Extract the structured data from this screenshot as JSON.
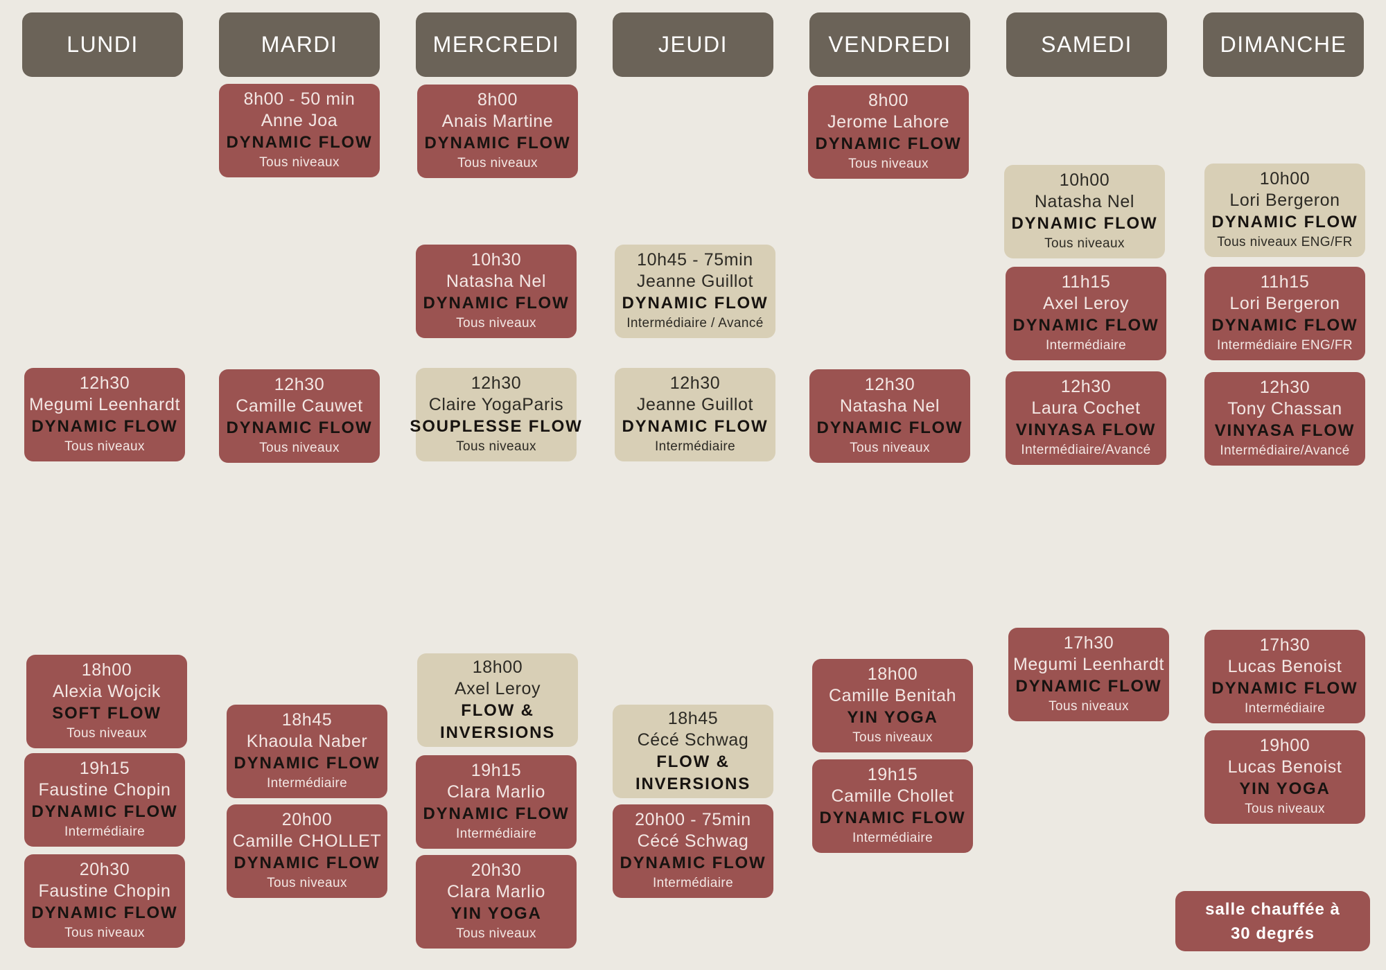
{
  "days": [
    "LUNDI",
    "MARDI",
    "MERCREDI",
    "JEUDI",
    "VENDREDI",
    "SAMEDI",
    "DIMANCHE"
  ],
  "colors": {
    "header": "#6b6358",
    "red_card": "#9b5351",
    "beige_card": "#d8cfb6",
    "background": "#ece9e2"
  },
  "classes": [
    {
      "day": "LUNDI",
      "time": "12h30",
      "teacher": "Megumi Leenhardt",
      "class": "DYNAMIC FLOW",
      "level": "Tous niveaux",
      "color": "red"
    },
    {
      "day": "LUNDI",
      "time": "18h00",
      "teacher": "Alexia Wojcik",
      "class": "SOFT FLOW",
      "level": "Tous niveaux",
      "color": "red"
    },
    {
      "day": "LUNDI",
      "time": "19h15",
      "teacher": "Faustine Chopin",
      "class": "DYNAMIC FLOW",
      "level": "Intermédiaire",
      "color": "red"
    },
    {
      "day": "LUNDI",
      "time": "20h30",
      "teacher": "Faustine Chopin",
      "class": "DYNAMIC FLOW",
      "level": "Tous niveaux",
      "color": "red"
    },
    {
      "day": "MARDI",
      "time": "8h00 - 50 min",
      "teacher": "Anne Joa",
      "class": "DYNAMIC FLOW",
      "level": "Tous niveaux",
      "color": "red"
    },
    {
      "day": "MARDI",
      "time": "12h30",
      "teacher": "Camille Cauwet",
      "class": "DYNAMIC FLOW",
      "level": "Tous niveaux",
      "color": "red"
    },
    {
      "day": "MARDI",
      "time": "18h45",
      "teacher": "Khaoula Naber",
      "class": "DYNAMIC FLOW",
      "level": "Intermédiaire",
      "color": "red"
    },
    {
      "day": "MARDI",
      "time": "20h00",
      "teacher": "Camille CHOLLET",
      "class": "DYNAMIC FLOW",
      "level": "Tous niveaux",
      "color": "red"
    },
    {
      "day": "MERCREDI",
      "time": "8h00",
      "teacher": "Anais Martine",
      "class": "DYNAMIC FLOW",
      "level": "Tous niveaux",
      "color": "red"
    },
    {
      "day": "MERCREDI",
      "time": "10h30",
      "teacher": "Natasha Nel",
      "class": "DYNAMIC FLOW",
      "level": "Tous niveaux",
      "color": "red"
    },
    {
      "day": "MERCREDI",
      "time": "12h30",
      "teacher": "Claire YogaParis",
      "class": "SOUPLESSE FLOW",
      "level": "Tous niveaux",
      "color": "beige"
    },
    {
      "day": "MERCREDI",
      "time": "18h00",
      "teacher": "Axel Leroy",
      "class": "FLOW & INVERSIONS",
      "level": "",
      "color": "beige"
    },
    {
      "day": "MERCREDI",
      "time": "19h15",
      "teacher": "Clara Marlio",
      "class": "DYNAMIC FLOW",
      "level": "Intermédiaire",
      "color": "red"
    },
    {
      "day": "MERCREDI",
      "time": "20h30",
      "teacher": "Clara Marlio",
      "class": "YIN YOGA",
      "level": "Tous niveaux",
      "color": "red"
    },
    {
      "day": "JEUDI",
      "time": "10h45 - 75min",
      "teacher": "Jeanne Guillot",
      "class": "DYNAMIC FLOW",
      "level": "Intermédiaire / Avancé",
      "color": "beige"
    },
    {
      "day": "JEUDI",
      "time": "12h30",
      "teacher": "Jeanne Guillot",
      "class": "DYNAMIC FLOW",
      "level": "Intermédiaire",
      "color": "beige"
    },
    {
      "day": "JEUDI",
      "time": "18h45",
      "teacher": "Cécé Schwag",
      "class": "FLOW & INVERSIONS",
      "level": "",
      "color": "beige"
    },
    {
      "day": "JEUDI",
      "time": "20h00 - 75min",
      "teacher": "Cécé Schwag",
      "class": "DYNAMIC FLOW",
      "level": "Intermédiaire",
      "color": "red"
    },
    {
      "day": "VENDREDI",
      "time": "8h00",
      "teacher": "Jerome Lahore",
      "class": "DYNAMIC FLOW",
      "level": "Tous niveaux",
      "color": "red"
    },
    {
      "day": "VENDREDI",
      "time": "12h30",
      "teacher": "Natasha Nel",
      "class": "DYNAMIC FLOW",
      "level": "Tous niveaux",
      "color": "red"
    },
    {
      "day": "VENDREDI",
      "time": "18h00",
      "teacher": "Camille Benitah",
      "class": "YIN YOGA",
      "level": "Tous niveaux",
      "color": "red"
    },
    {
      "day": "VENDREDI",
      "time": "19h15",
      "teacher": "Camille Chollet",
      "class": "DYNAMIC FLOW",
      "level": "Intermédiaire",
      "color": "red"
    },
    {
      "day": "SAMEDI",
      "time": "10h00",
      "teacher": "Natasha Nel",
      "class": "DYNAMIC FLOW",
      "level": "Tous niveaux",
      "color": "beige"
    },
    {
      "day": "SAMEDI",
      "time": "11h15",
      "teacher": "Axel Leroy",
      "class": "DYNAMIC FLOW",
      "level": "Intermédiaire",
      "color": "red"
    },
    {
      "day": "SAMEDI",
      "time": "12h30",
      "teacher": "Laura Cochet",
      "class": "VINYASA FLOW",
      "level": "Intermédiaire/Avancé",
      "color": "red"
    },
    {
      "day": "SAMEDI",
      "time": "17h30",
      "teacher": "Megumi Leenhardt",
      "class": "DYNAMIC FLOW",
      "level": "Tous niveaux",
      "color": "red"
    },
    {
      "day": "DIMANCHE",
      "time": "10h00",
      "teacher": "Lori Bergeron",
      "class": "DYNAMIC FLOW",
      "level": "Tous niveaux ENG/FR",
      "color": "beige"
    },
    {
      "day": "DIMANCHE",
      "time": "11h15",
      "teacher": "Lori Bergeron",
      "class": "DYNAMIC FLOW",
      "level": "Intermédiaire  ENG/FR",
      "color": "red"
    },
    {
      "day": "DIMANCHE",
      "time": "12h30",
      "teacher": "Tony Chassan",
      "class": "VINYASA FLOW",
      "level": "Intermédiaire/Avancé",
      "color": "red"
    },
    {
      "day": "DIMANCHE",
      "time": "17h30",
      "teacher": "Lucas Benoist",
      "class": "DYNAMIC FLOW",
      "level": "Intermédiaire",
      "color": "red"
    },
    {
      "day": "DIMANCHE",
      "time": "19h00",
      "teacher": "Lucas Benoist",
      "class": "YIN YOGA",
      "level": "Tous niveaux",
      "color": "red"
    }
  ],
  "note": {
    "line1": "salle chauffée à",
    "line2": "30 degrés"
  }
}
